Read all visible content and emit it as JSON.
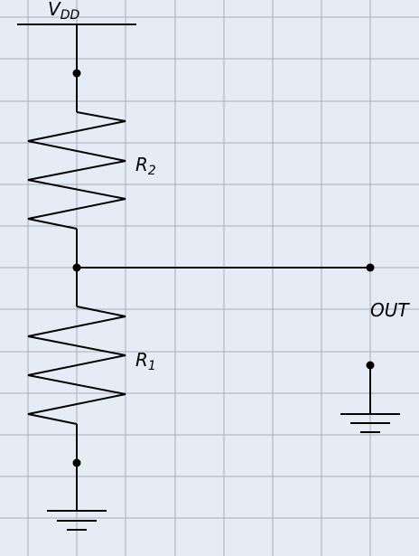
{
  "colors": {
    "background": "#e6ecf6",
    "grid": "#a9adb6",
    "wire": "#000000"
  },
  "labels": {
    "vdd": {
      "main": "V",
      "sub": "DD"
    },
    "r2": {
      "main": "R",
      "sub": "2"
    },
    "r1": {
      "main": "R",
      "sub": "1"
    },
    "out": "OUT"
  },
  "components": [
    {
      "id": "supply",
      "type": "vdd-rail"
    },
    {
      "id": "r2",
      "type": "resistor",
      "label": "R2"
    },
    {
      "id": "r1",
      "type": "resistor",
      "label": "R1"
    },
    {
      "id": "ground-left",
      "type": "ground"
    },
    {
      "id": "ground-right",
      "type": "ground"
    }
  ]
}
